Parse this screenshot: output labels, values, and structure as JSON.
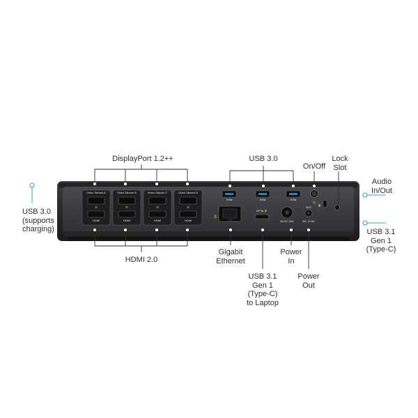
{
  "callouts": {
    "displayport": "DisplayPort 1.2++",
    "usb30_top": "USB 3.0",
    "on_off": "On/Off",
    "lock_slot": "Lock\nSlot",
    "audio": "Audio\nIn/Out",
    "usb31_right": "USB 3.1\nGen 1\n(Type-C)",
    "usb30_left": "USB 3.0\n(supports\ncharging)",
    "hdmi": "HDMI 2.0",
    "gigabit": "Gigabit\nEthernet",
    "usb31_laptop": "USB 3.1\nGen 1\n(Type-C)\nto Laptop",
    "power_in": "Power\nIn",
    "power_out": "Power\nOut"
  },
  "device_labels": {
    "streams": [
      "Video Stream A",
      "Video Stream B",
      "Video Stream C",
      "Video Stream D"
    ],
    "hdmi_port": "HDMI",
    "power_in_rating": "IN DC 20V",
    "power_out_label": "OUT",
    "power_out_rating": "DC 19.5V"
  },
  "colors": {
    "accent": "#29a8dc",
    "text": "#2e2e2e",
    "dock_body": "#2b2b2e",
    "dock_panel": "#3a3a3d"
  }
}
